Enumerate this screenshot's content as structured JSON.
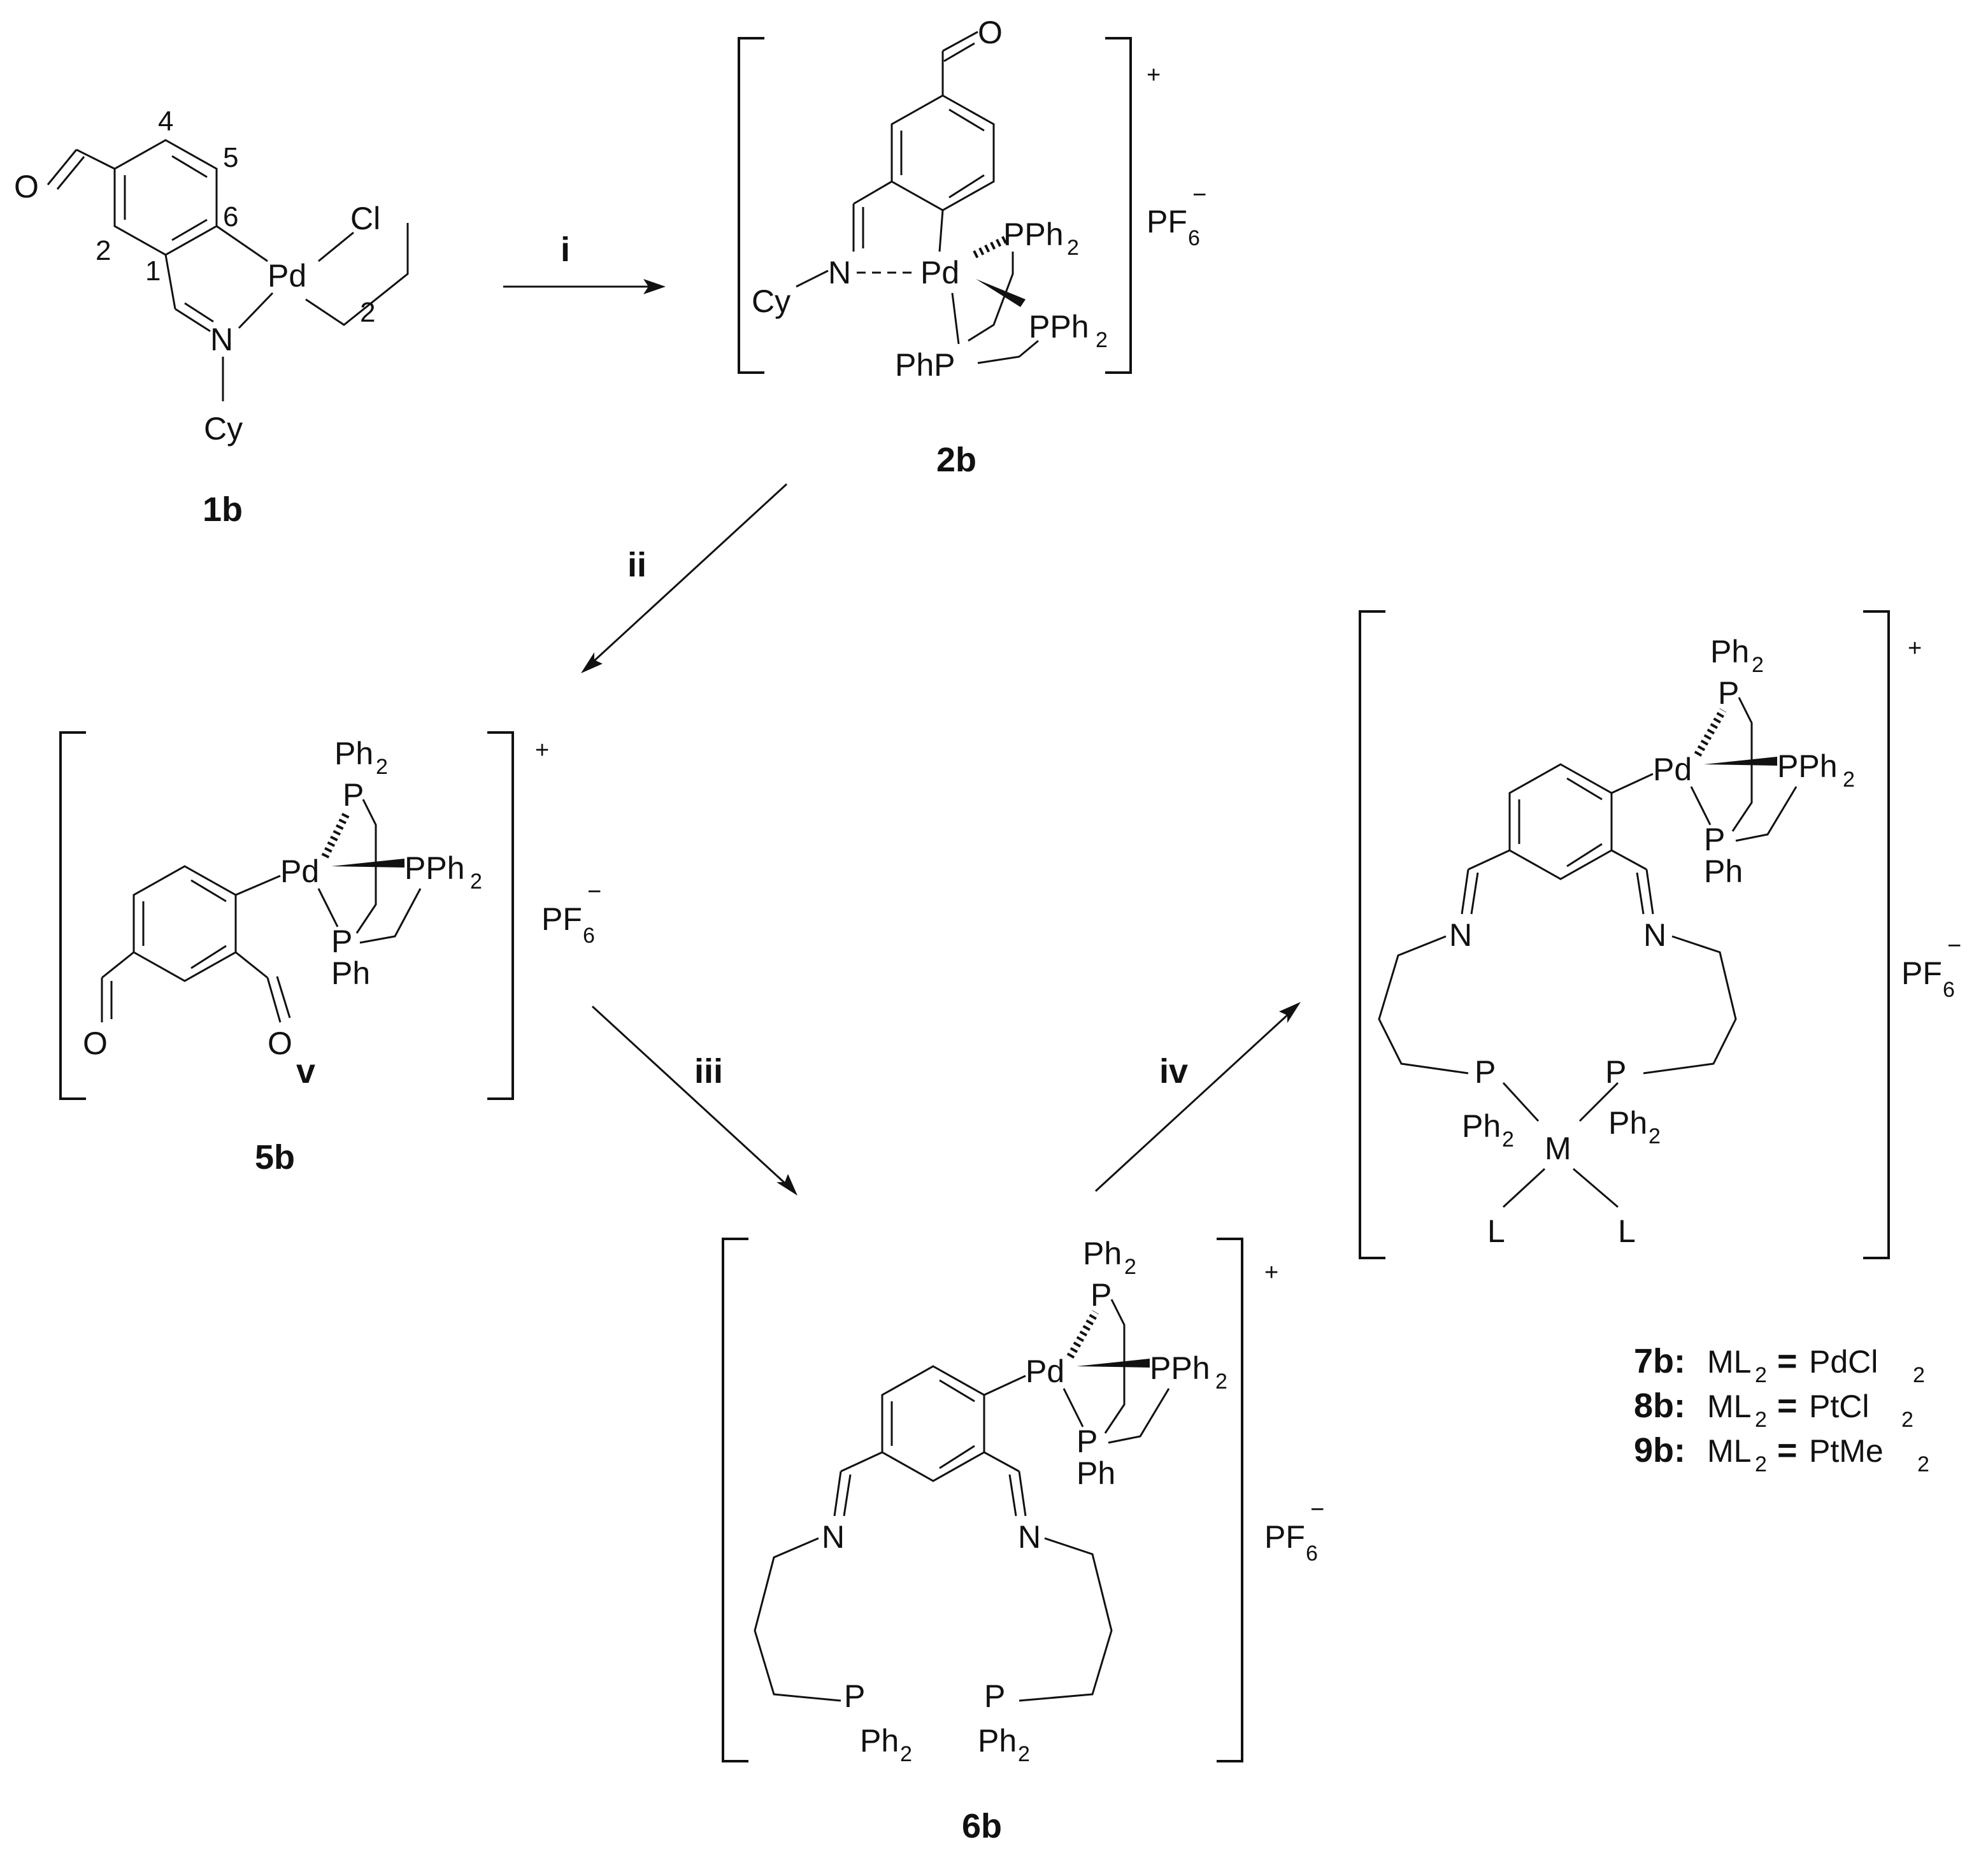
{
  "compounds": {
    "c1b": {
      "label": "1b",
      "cy": "Cy",
      "n": "N",
      "pd": "Pd",
      "cl": "Cl",
      "chain": "2",
      "pos4": "4",
      "pos5": "5",
      "pos6": "6",
      "pos2": "2",
      "pos1": "1",
      "o": "O"
    },
    "c2b": {
      "label": "2b",
      "charge": "+",
      "counter": "PF",
      "counter_sub": "6",
      "counter_sup": "−",
      "cy": "Cy",
      "n": "N",
      "pd": "Pd",
      "p1": "PPh",
      "p1_sub": "2",
      "p2": "PPh",
      "p2_sub": "2",
      "p3": "PhP",
      "o": "O"
    },
    "c5b": {
      "label": "5b",
      "charge": "+",
      "counter": "PF",
      "counter_sub": "6",
      "counter_sup": "−",
      "pd": "Pd",
      "p_top": "P",
      "ph2_top": "Ph",
      "ph2_top_sub": "2",
      "p_right": "PPh",
      "p_right_sub": "2",
      "p_bottom": "P",
      "ph_bottom": "Ph",
      "o1": "O",
      "o2": "O",
      "v": "v"
    },
    "c6b": {
      "label": "6b",
      "charge": "+",
      "counter": "PF",
      "counter_sub": "6",
      "counter_sup": "−",
      "pd": "Pd",
      "p_top": "P",
      "ph2_top": "Ph",
      "ph2_top_sub": "2",
      "p_right": "PPh",
      "p_right_sub": "2",
      "p_bottom": "P",
      "ph_bottom": "Ph",
      "n1": "N",
      "n2": "N",
      "pl": "P",
      "ph2_l": "Ph",
      "ph2_l_sub": "2",
      "pr": "P",
      "ph2_r": "Ph",
      "ph2_r_sub": "2"
    },
    "c7b": {
      "charge": "+",
      "counter": "PF",
      "counter_sub": "6",
      "counter_sup": "−",
      "pd": "Pd",
      "p_top": "P",
      "ph2_top": "Ph",
      "ph2_top_sub": "2",
      "p_right": "PPh",
      "p_right_sub": "2",
      "p_bottom": "P",
      "ph_bottom": "Ph",
      "n1": "N",
      "n2": "N",
      "pl": "P",
      "ph2_l": "Ph",
      "ph2_l_sub": "2",
      "pr": "P",
      "ph2_r": "Ph",
      "ph2_r_sub": "2",
      "m": "M",
      "l1": "L",
      "l2": "L"
    }
  },
  "arrows": {
    "i": "i",
    "ii": "ii",
    "iii": "iii",
    "iv": "iv"
  },
  "legend": [
    {
      "id": "7b:",
      "ml": "ML",
      "ml_sub": "2",
      "eq": "=",
      "val": "PdCl",
      "val_sub": "2"
    },
    {
      "id": "8b:",
      "ml": "ML",
      "ml_sub": "2",
      "eq": "=",
      "val": "PtCl",
      "val_sub": "2"
    },
    {
      "id": "9b:",
      "ml": "ML",
      "ml_sub": "2",
      "eq": "=",
      "val": "PtMe",
      "val_sub": "2"
    }
  ]
}
